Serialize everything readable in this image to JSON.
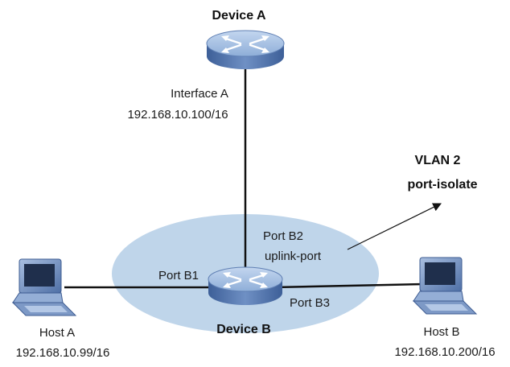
{
  "devices": {
    "device_a": {
      "name": "Device A",
      "icon": "router-icon"
    },
    "device_b": {
      "name": "Device B",
      "icon": "switch-icon"
    }
  },
  "hosts": {
    "host_a": {
      "name": "Host A",
      "ip": "192.168.10.99/16",
      "icon": "desktop-computer-icon"
    },
    "host_b": {
      "name": "Host B",
      "ip": "192.168.10.200/16",
      "icon": "desktop-computer-icon"
    }
  },
  "interface_a": {
    "name": "Interface A",
    "ip": "192.168.10.100/16"
  },
  "ports": {
    "b1": "Port B1",
    "b2": "Port B2",
    "b2_role": "uplink-port",
    "b3": "Port B3"
  },
  "vlan": {
    "name": "VLAN 2",
    "mode": "port-isolate"
  },
  "colors": {
    "ellipse_fill": "#bcd3ea",
    "device_top": "#9bb8dd",
    "device_side": "#4c6fa8",
    "link": "#111111"
  }
}
